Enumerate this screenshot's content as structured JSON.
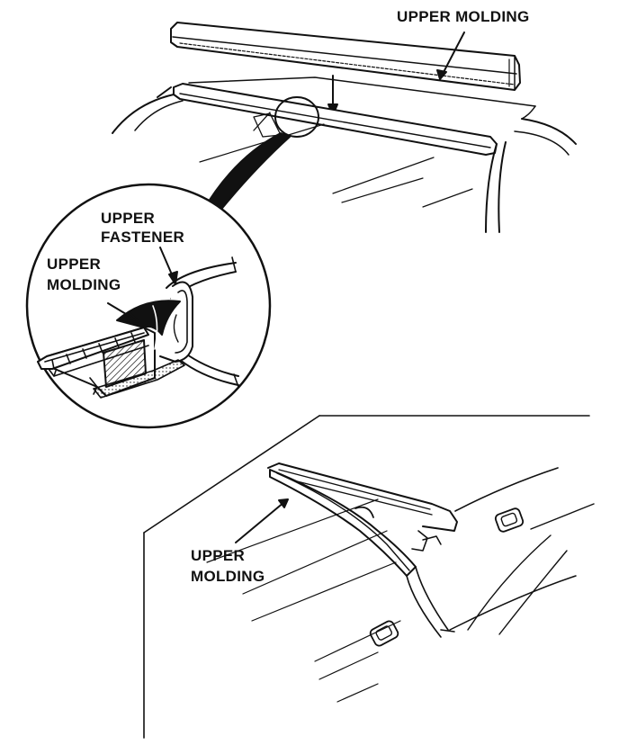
{
  "labels": {
    "top_upper_molding": "UPPER MOLDING",
    "detail_upper_fastener_line1": "UPPER",
    "detail_upper_fastener_line2": "FASTENER",
    "detail_upper_molding_line1": "UPPER",
    "detail_upper_molding_line2": "MOLDING",
    "bottom_upper_molding_line1": "UPPER",
    "bottom_upper_molding_line2": "MOLDING"
  },
  "colors": {
    "ink": "#111111",
    "paper": "#ffffff"
  }
}
